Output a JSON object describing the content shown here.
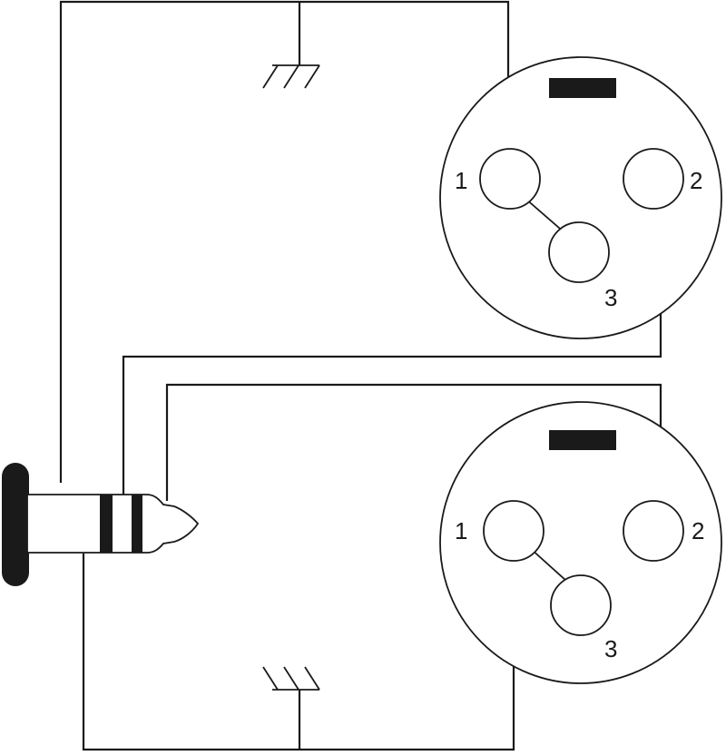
{
  "connectors": [
    {
      "id": "xlr-top",
      "pins": [
        {
          "number": "1",
          "label": "1"
        },
        {
          "number": "2",
          "label": "2"
        },
        {
          "number": "3",
          "label": "3"
        }
      ]
    },
    {
      "id": "xlr-bottom",
      "pins": [
        {
          "number": "1",
          "label": "1"
        },
        {
          "number": "2",
          "label": "2"
        },
        {
          "number": "3",
          "label": "3"
        }
      ]
    }
  ],
  "icons": {
    "ground_top": "chassis-ground-icon",
    "ground_bottom": "chassis-ground-icon",
    "trs_plug": "trs-plug-icon"
  },
  "colors": {
    "line": "#1a1a1a",
    "background": "#ffffff"
  }
}
